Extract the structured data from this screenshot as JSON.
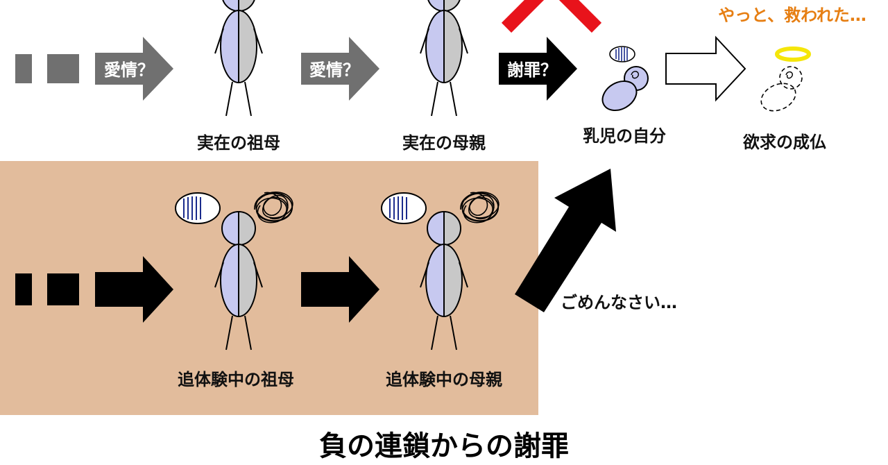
{
  "title": "負の連鎖からの謝罪",
  "top_row": {
    "arrow_labels": [
      "愛情？",
      "愛情？",
      "謝罪？"
    ],
    "figures": [
      "実在の祖母",
      "実在の母親"
    ],
    "infant_label": "乳児の自分",
    "salvation_label": "欲求の成仏",
    "relief_text": "やっと、救われた…"
  },
  "bottom_row": {
    "figures": [
      "追体験中の祖母",
      "追体験中の母親"
    ],
    "apology_text": "ごめんなさい…"
  },
  "colors": {
    "panel": "#e2bc9c",
    "body_left": "#c7c9f0",
    "body_right": "#c8c8c8",
    "gray_arrow": "#707070",
    "red_x": "#e8131b",
    "halo": "#f5e60a",
    "accent_text": "#e67e12"
  }
}
